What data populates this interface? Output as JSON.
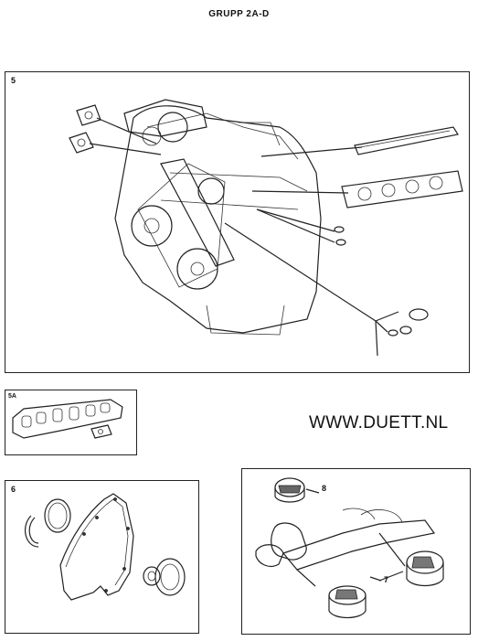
{
  "page": {
    "title": "GRUPP 2A-D",
    "watermark": "WWW.DUETT.NL"
  },
  "panels": {
    "p5": {
      "label": "5"
    },
    "p5a": {
      "label": "5A"
    },
    "p6": {
      "label": "6"
    },
    "p78": {
      "callouts": [
        "8",
        "7"
      ]
    }
  }
}
